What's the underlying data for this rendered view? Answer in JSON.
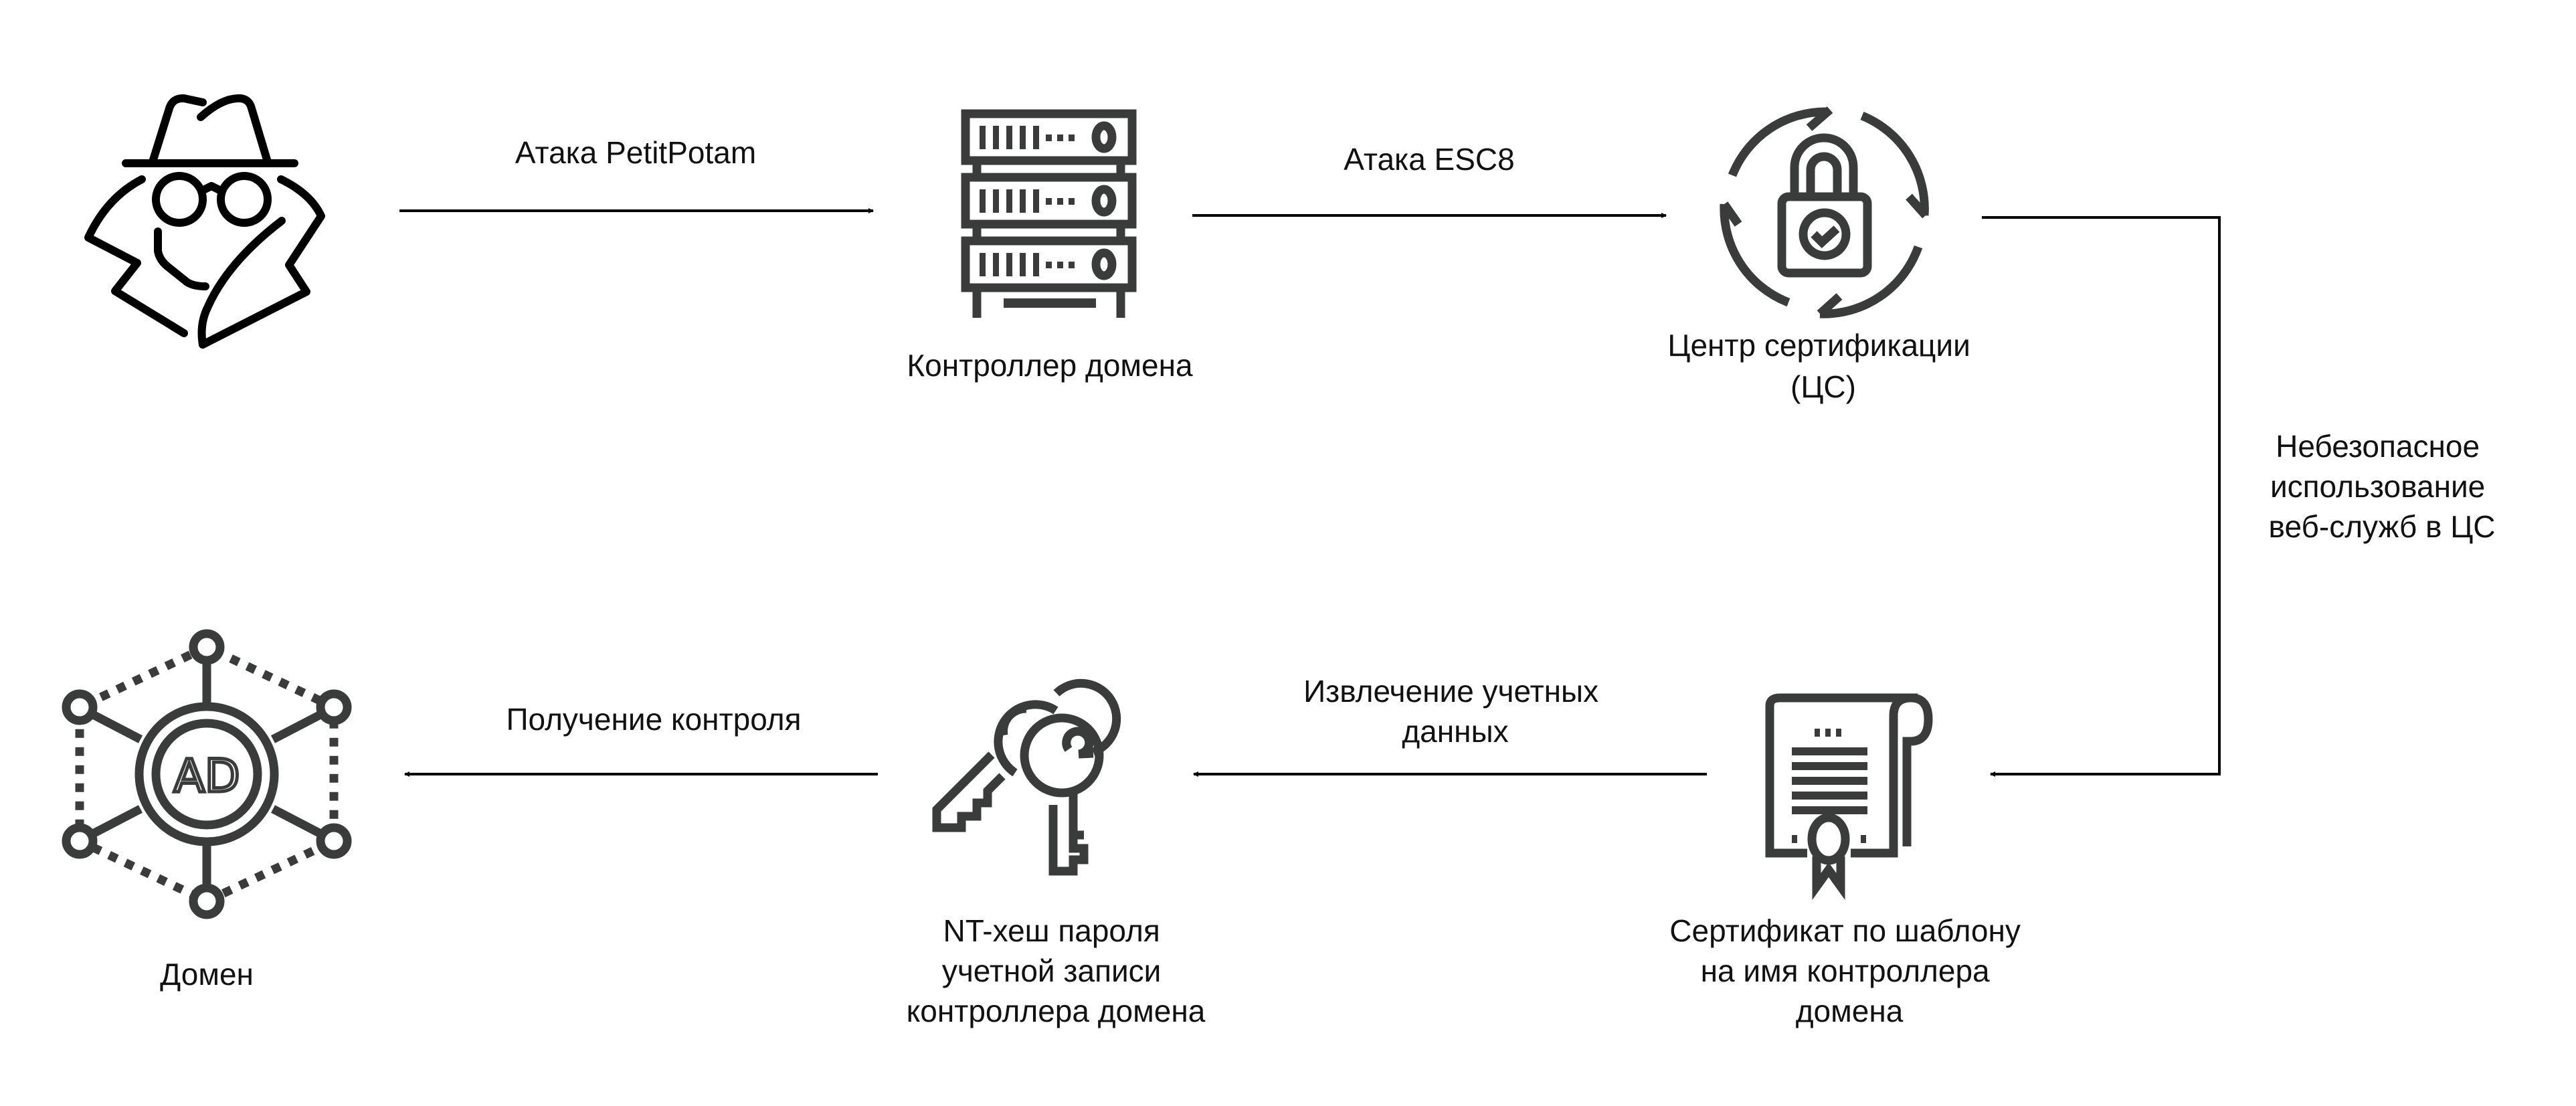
{
  "diagram": {
    "type": "attack-flow",
    "colors": {
      "icon": "#393c3b",
      "line": "#000000",
      "text": "#111111",
      "background": "#ffffff"
    },
    "nodes": [
      {
        "id": "attacker",
        "icon": "spy-icon",
        "label_lines": []
      },
      {
        "id": "dc",
        "icon": "server-rack-icon",
        "label_lines": [
          "Контроллер домена"
        ]
      },
      {
        "id": "ca",
        "icon": "lock-refresh-icon",
        "label_lines": [
          "Центр сертификации",
          "(ЦС)"
        ]
      },
      {
        "id": "cert",
        "icon": "certificate-icon",
        "label_lines": [
          "Сертификат по шаблону",
          "на имя контроллера",
          "домена"
        ]
      },
      {
        "id": "hash",
        "icon": "keys-icon",
        "label_lines": [
          "NT-хеш пароля",
          "учетной записи",
          "контроллера домена"
        ]
      },
      {
        "id": "domain",
        "icon": "active-directory-icon",
        "icon_text": "AD",
        "label_lines": [
          "Домен"
        ]
      }
    ],
    "edges": [
      {
        "from": "attacker",
        "to": "dc",
        "label_lines": [
          "Атака PetitPotam"
        ]
      },
      {
        "from": "dc",
        "to": "ca",
        "label_lines": [
          "Атака ESC8"
        ]
      },
      {
        "from": "ca",
        "to": "cert",
        "label_lines": [
          "Небезопасное",
          "использование",
          "веб-служб в ЦС"
        ]
      },
      {
        "from": "cert",
        "to": "hash",
        "label_lines": [
          "Извлечение учетных",
          "данных"
        ]
      },
      {
        "from": "hash",
        "to": "domain",
        "label_lines": [
          "Получение контроля"
        ]
      }
    ]
  }
}
